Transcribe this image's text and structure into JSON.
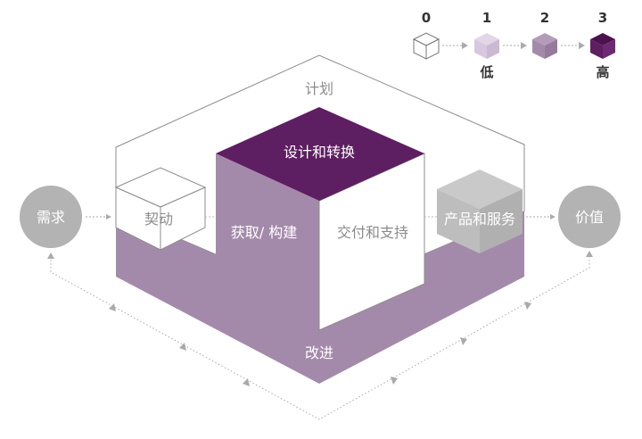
{
  "legend": {
    "levels": [
      {
        "number": "0",
        "label": ""
      },
      {
        "number": "1",
        "label": "低"
      },
      {
        "number": "2",
        "label": ""
      },
      {
        "number": "3",
        "label": "高"
      }
    ]
  },
  "labels": {
    "plan": "计划",
    "design": "设计和转换",
    "engage": "契动",
    "obtain": "获取/ 构建",
    "deliver": "交付和支持",
    "products": "产品和服务",
    "demand": "需求",
    "value": "价值",
    "improve": "改进"
  },
  "colors": {
    "level0": "#ffffff",
    "level1": "#d8c8de",
    "level2": "#a48aaa",
    "level3": "#5e1e62",
    "grey_cube": "#bdbdbd",
    "circle": "#b3b3b3",
    "outline": "#8c8c8c"
  }
}
